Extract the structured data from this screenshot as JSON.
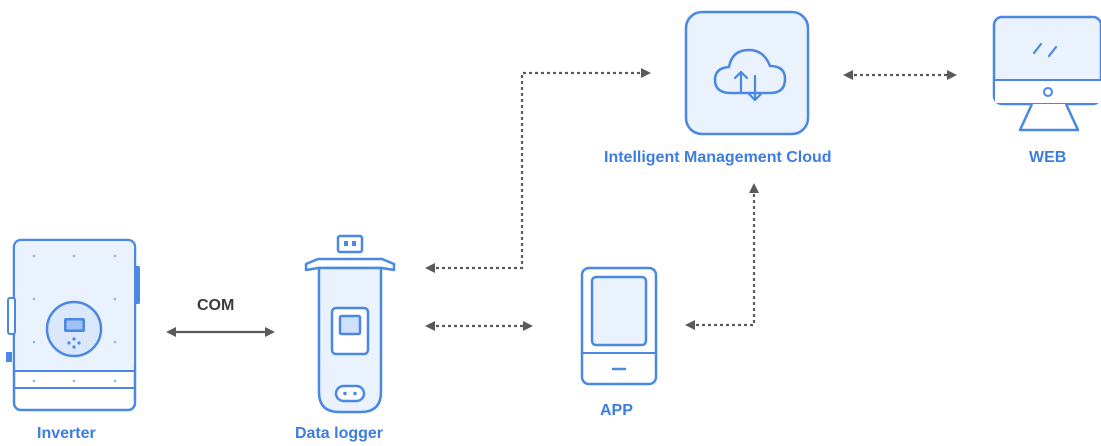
{
  "colors": {
    "device_stroke": "#4a88e3",
    "device_fill": "#e9f2fd",
    "label_text": "#3d7de0",
    "arrow": "#5a5a5a",
    "com_text": "#3b3b3b",
    "background": "#ffffff"
  },
  "nodes": {
    "inverter": {
      "label": "Inverter",
      "icon": "inverter-icon"
    },
    "data_logger": {
      "label": "Data logger",
      "icon": "data-logger-icon"
    },
    "cloud": {
      "label": "Intelligent Management Cloud",
      "icon": "cloud-sync-icon"
    },
    "web": {
      "label": "WEB",
      "icon": "monitor-icon"
    },
    "app": {
      "label": "APP",
      "icon": "tablet-icon"
    }
  },
  "connections": {
    "com": {
      "label": "COM",
      "style": "solid",
      "bidirectional": true
    }
  }
}
